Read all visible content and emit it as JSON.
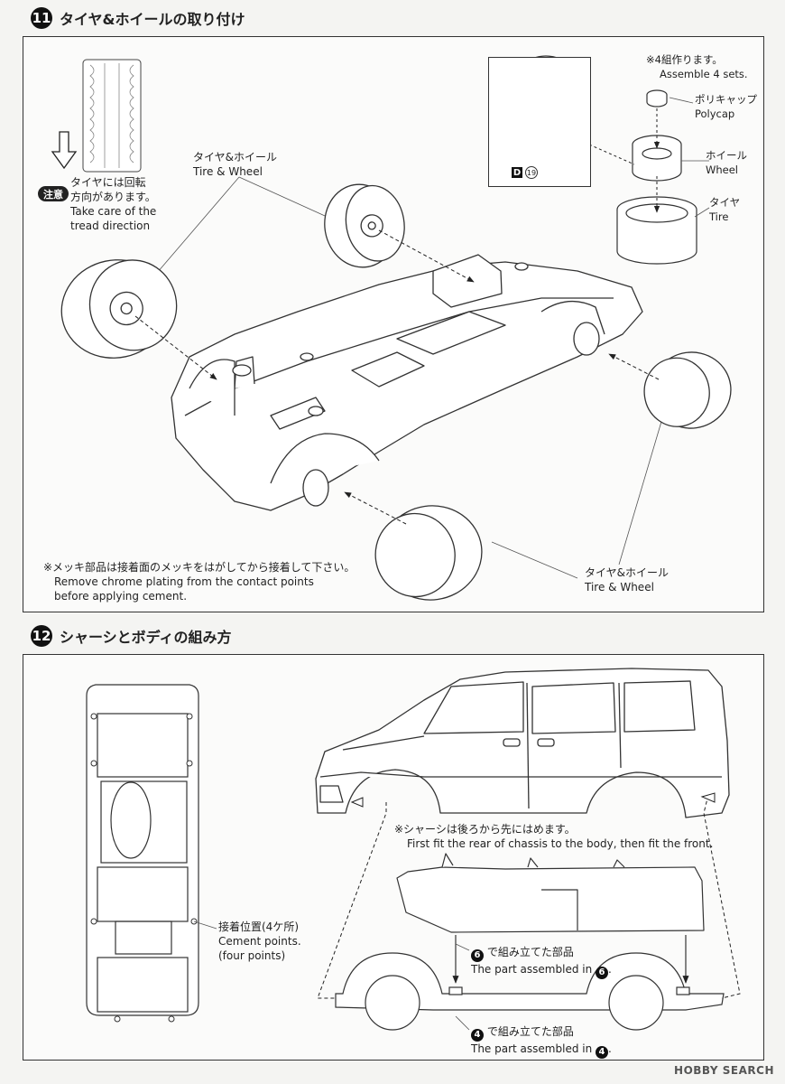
{
  "step11": {
    "number": "11",
    "title": "タイヤ&ホイールの取り付け",
    "caution_badge": "注意",
    "tread_note_jp_1": "タイヤには回転",
    "tread_note_jp_2": "方向があります。",
    "tread_note_en_1": "Take care of the",
    "tread_note_en_2": "tread direction",
    "tire_wheel_jp_top": "タイヤ&ホイール",
    "tire_wheel_en_top": "Tire & Wheel",
    "assemble_jp": "※4組作ります。",
    "assemble_en": "Assemble 4 sets.",
    "polycap_jp": "ポリキャップ",
    "polycap_en": "Polycap",
    "wheel_jp": "ホイール",
    "wheel_en": "Wheel",
    "tire_jp": "タイヤ",
    "tire_en": "Tire",
    "part_letter": "D",
    "part_number": "19",
    "chrome_note_jp": "※メッキ部品は接着面のメッキをはがしてから接着して下さい。",
    "chrome_note_en_1": "Remove chrome plating from the contact points",
    "chrome_note_en_2": "before applying cement.",
    "tire_wheel_jp_bottom": "タイヤ&ホイール",
    "tire_wheel_en_bottom": "Tire & Wheel"
  },
  "step12": {
    "number": "12",
    "title": "シャーシとボディの組み方",
    "cement_jp": "接着位置(4ケ所)",
    "cement_en_1": "Cement points.",
    "cement_en_2": "(four points)",
    "fit_note_jp": "※シャーシは後ろから先にはめます。",
    "fit_note_en": "First fit the rear of chassis to the body, then fit the front.",
    "part6_num": "6",
    "part6_jp": "で組み立てた部品",
    "part6_en": "The part assembled in",
    "part4_num": "4",
    "part4_jp": "で組み立てた部品",
    "part4_en": "The part assembled in"
  },
  "watermark": "HOBBY SEARCH"
}
